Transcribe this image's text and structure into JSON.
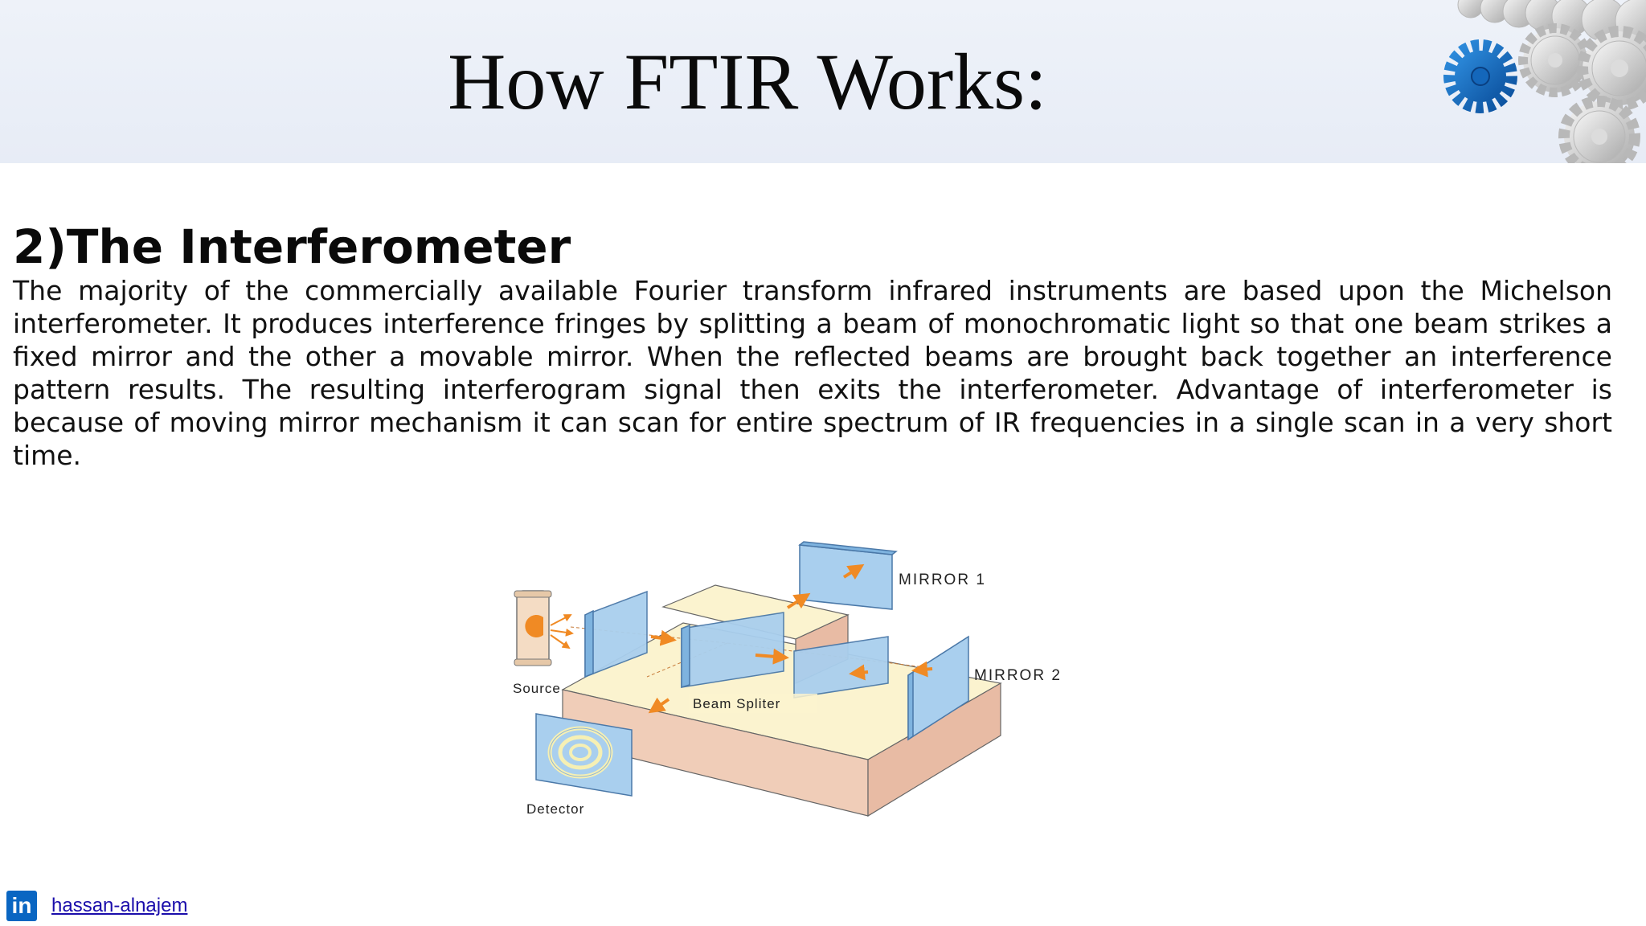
{
  "slide": {
    "title": "How FTIR Works:",
    "subtitle": "2)The Interferometer",
    "body": "The majority of the commercially available Fourier transform infrared instruments are based upon the Michelson interferometer.  It produces interference fringes by splitting a beam of monochromatic light so that one beam strikes a fixed mirror and the other a movable mirror.  When the reflected beams are brought back together an interference pattern results.  The resulting interferogram signal then exits the interferometer.  Advantage of interferometer is because of moving mirror mechanism it can scan for entire spectrum of IR frequencies in a single scan in a very short time."
  },
  "diagram": {
    "labels": {
      "mirror1": "MIRROR 1",
      "mirror2": "MIRROR 2",
      "source": "Source",
      "beam_splitter": "Beam Spliter",
      "detector": "Detector"
    },
    "colors": {
      "glass": "#a9cfee",
      "block_top": "#fbf3cf",
      "block_side": "#f0cdb8",
      "arrow": "#f08a24"
    }
  },
  "footer": {
    "icon": "linkedin-icon",
    "icon_text": "in",
    "link_text": "hassan-alnajem"
  }
}
